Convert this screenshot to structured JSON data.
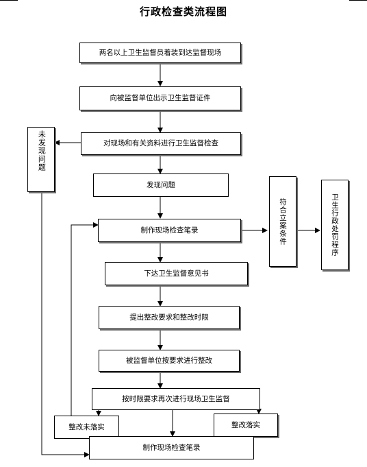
{
  "title": "行政检查类流程图",
  "steps": {
    "s1": "两名以上卫生监督员着装到达监督现场",
    "s2": "向被监督单位出示卫生监督证件",
    "s3": "对现场和有关资料进行卫生监督检查",
    "s4": "发现问题",
    "s5": "制作现场检查笔录",
    "s6": "下达卫生监督意见书",
    "s7": "提出整改要求和整改时限",
    "s8": "被监督单位按要求进行整改",
    "s9": "按时限要求再次进行现场卫生监督",
    "s10": "整改未落实",
    "s11": "整改落实",
    "s12": "制作现场检查笔录",
    "no_problem": "未发现问题",
    "case_filing": "符合立案条件",
    "admin_penalty": "卫生行政处罚程序"
  }
}
